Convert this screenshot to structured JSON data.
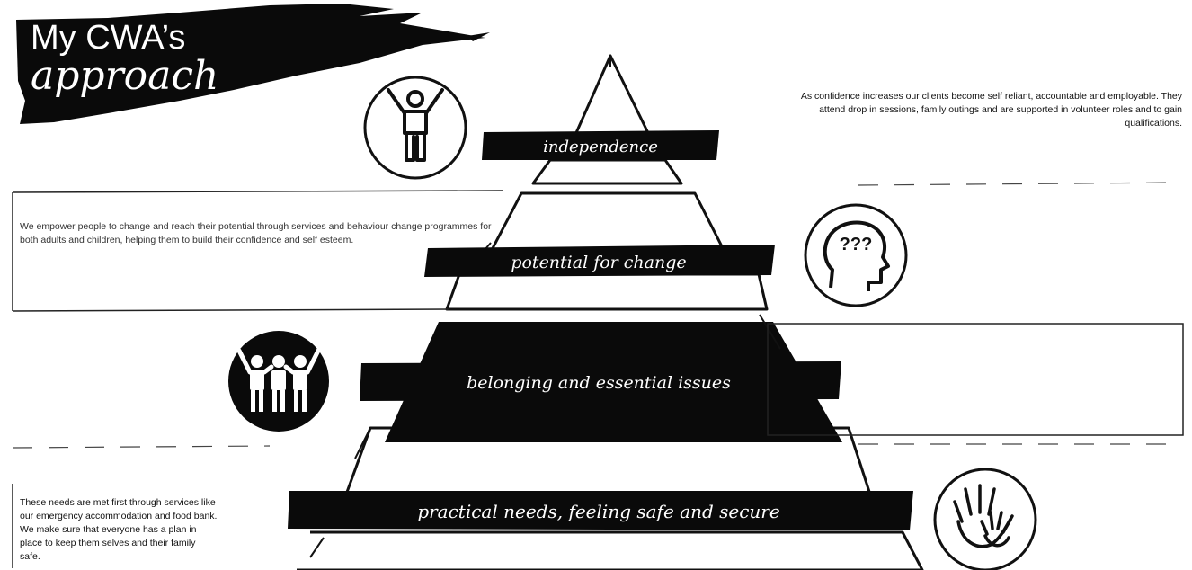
{
  "title": {
    "line1": "My CWA’s",
    "line2": "approach"
  },
  "pyramid": {
    "levels": [
      {
        "label": "independence",
        "icon": "person-arms-raised-icon"
      },
      {
        "label": "potential for change",
        "icon": "head-question-marks-icon"
      },
      {
        "label": "belonging and essential issues",
        "icon": "group-of-people-icon"
      },
      {
        "label": "practical needs, feeling safe and secure",
        "icon": "hands-icon"
      }
    ]
  },
  "texts": {
    "independence": "As confidence increases our clients become self reliant, accountable and employable. They attend drop in sessions, family outings and are supported in volunteer roles and to gain qualifications.",
    "potential_for_change": "We empower people to change and reach their potential through services and behaviour change programmes for both adults and children, helping them to build their confidence and self esteem.",
    "practical_needs": "These needs are met first through services like our emergency accommodation and food bank. We make sure that everyone has a plan in place to keep them selves and their family safe."
  },
  "colors": {
    "band": "#0a0a0a",
    "band_text": "#ffffff",
    "outline": "#111111"
  }
}
